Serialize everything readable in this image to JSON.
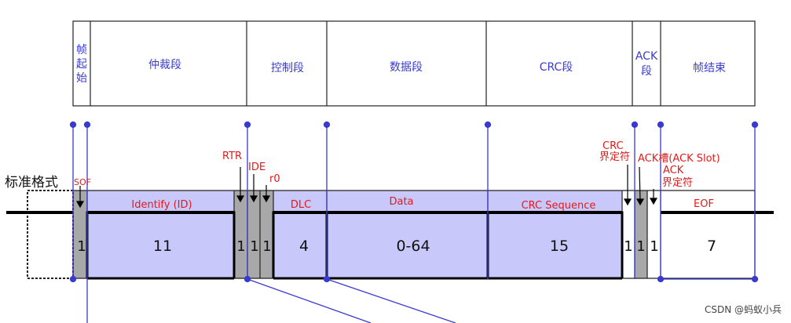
{
  "segments": {
    "sof": [
      "帧",
      "起",
      "始"
    ],
    "arbitration": "仲裁段",
    "control": "控制段",
    "data": "数据段",
    "crc": "CRC段",
    "ack": [
      "ACK",
      "段"
    ],
    "eof": "帧结束"
  },
  "format_label": "标准格式",
  "pointers": {
    "sof": "SOF",
    "rtr": "RTR",
    "ide": "IDE",
    "r0": "r0",
    "crc_delim": [
      "CRC",
      "界定符"
    ],
    "ack_slot": "ACK槽(ACK Slot)",
    "ack_delim": [
      "ACK",
      "界定符"
    ]
  },
  "fields": {
    "identify": "Identify (ID)",
    "dlc": "DLC",
    "data": "Data",
    "crc_seq": "CRC Sequence",
    "eof": "EOF"
  },
  "bits": {
    "sof": "1",
    "id": "11",
    "rtr": "1",
    "ide": "1",
    "r0": "1",
    "dlc": "4",
    "data": "0-64",
    "crc": "15",
    "crc_delim": "1",
    "ack_slot": "1",
    "ack_delim": "1",
    "eof": "7"
  },
  "watermark": "CSDN @蚂蚁小兵",
  "colors": {
    "field_fill": "#c8c8fa",
    "bit_gray": "#a8a8a8",
    "guide": "#3a3ad0",
    "label_red": "#e41a1a"
  }
}
